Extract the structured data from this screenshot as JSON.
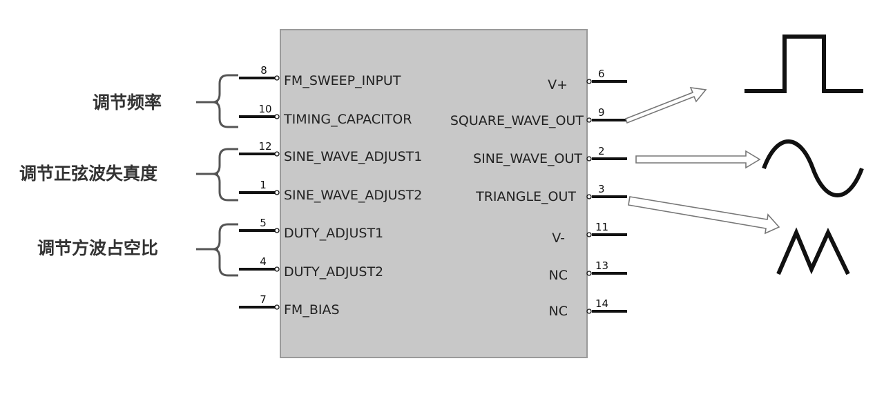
{
  "chip": {
    "left_pins": [
      {
        "num": "8",
        "name": "FM_SWEEP_INPUT"
      },
      {
        "num": "10",
        "name": "TIMING_CAPACITOR"
      },
      {
        "num": "12",
        "name": "SINE_WAVE_ADJUST1"
      },
      {
        "num": "1",
        "name": "SINE_WAVE_ADJUST2"
      },
      {
        "num": "5",
        "name": "DUTY_ADJUST1"
      },
      {
        "num": "4",
        "name": "DUTY_ADJUST2"
      },
      {
        "num": "7",
        "name": "FM_BIAS"
      }
    ],
    "right_pins": [
      {
        "num": "6",
        "name": "V+"
      },
      {
        "num": "9",
        "name": "SQUARE_WAVE_OUT"
      },
      {
        "num": "2",
        "name": "SINE_WAVE_OUT"
      },
      {
        "num": "3",
        "name": "TRIANGLE_OUT"
      },
      {
        "num": "11",
        "name": "V-"
      },
      {
        "num": "13",
        "name": "NC"
      },
      {
        "num": "14",
        "name": "NC"
      }
    ]
  },
  "groups": [
    {
      "label": "调节频率"
    },
    {
      "label": "调节正弦波失真度"
    },
    {
      "label": "调节方波占空比"
    }
  ],
  "waveforms": [
    "square-wave-icon",
    "sine-wave-icon",
    "triangle-wave-icon"
  ],
  "colors": {
    "chip_fill": "#c8c8c8",
    "chip_border": "#9a9a9a",
    "line": "#111111",
    "arrow": "#777777"
  }
}
